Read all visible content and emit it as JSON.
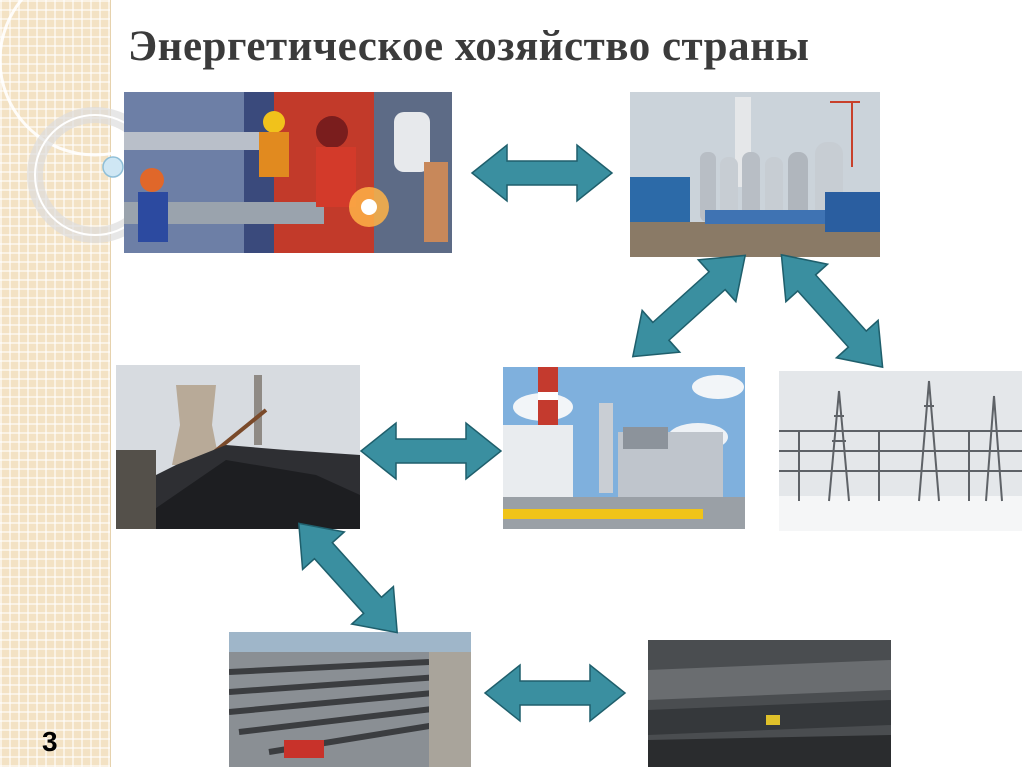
{
  "slide": {
    "title": "Энергетическое хозяйство страны",
    "number": "3"
  },
  "colors": {
    "arrow_fill": "#3a8fa0",
    "arrow_stroke": "#1f5f6c",
    "title_text": "#3b3b3b",
    "strip_background": "#f3e2c4"
  },
  "images": [
    {
      "name": "workers-photo",
      "icon": "industrial-workers-photo"
    },
    {
      "name": "gas-plant-photo",
      "icon": "gas-processing-plant-photo"
    },
    {
      "name": "coal-power-plant-photo",
      "icon": "coal-power-plant-photo"
    },
    {
      "name": "gas-turbine-plant-photo",
      "icon": "gas-turbine-power-station-photo"
    },
    {
      "name": "substation-photo",
      "icon": "electrical-substation-photo"
    },
    {
      "name": "rail-yard-photo",
      "icon": "coal-freight-rail-yard-photo"
    },
    {
      "name": "open-pit-mine-photo",
      "icon": "open-pit-coal-mine-photo"
    }
  ],
  "arrows": [
    "double-arrow-icon"
  ]
}
